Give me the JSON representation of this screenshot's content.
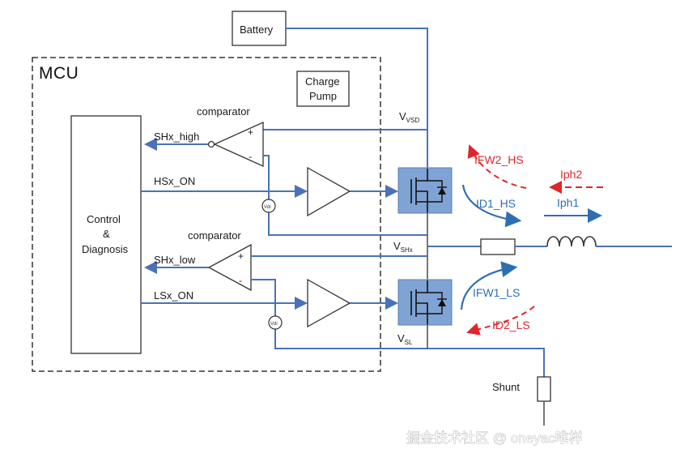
{
  "labels": {
    "mcu": "MCU",
    "battery": "Battery",
    "charge_pump_1": "Charge",
    "charge_pump_2": "Pump",
    "comparator_top": "comparator",
    "comparator_bottom": "comparator",
    "control_1": "Control",
    "control_2": "&",
    "control_3": "Diagnosis",
    "shx_high": "SHx_high",
    "hsx_on": "HSx_ON",
    "shx_low": "SHx_low",
    "lsx_on": "LSx_ON",
    "vvsd_main": "V",
    "vvsd_sub": "VSD",
    "vshx_main": "V",
    "vshx_sub": "SHx",
    "vsl_main": "V",
    "vsl_sub": "SL",
    "plus_top": "+",
    "minus_top": "-",
    "plus_bottom": "+",
    "minus_bottom": "-",
    "sense_top": "Vdi",
    "sense_bottom": "Vdi",
    "ifw2_hs": "IFW2_HS",
    "iph2": "Iph2",
    "id1_hs": "ID1_HS",
    "iph1": "Iph1",
    "ifw1_ls": "IFW1_LS",
    "id2_ls": "ID2_LS",
    "shunt": "Shunt",
    "watermark": "掘金技术社区 @ oneyac唯样"
  },
  "colors": {
    "wire": "#4a72b8",
    "mosfet_fill": "#7fa3d4",
    "red_current": "#e0262b",
    "blue_current": "#2f6fb0"
  }
}
